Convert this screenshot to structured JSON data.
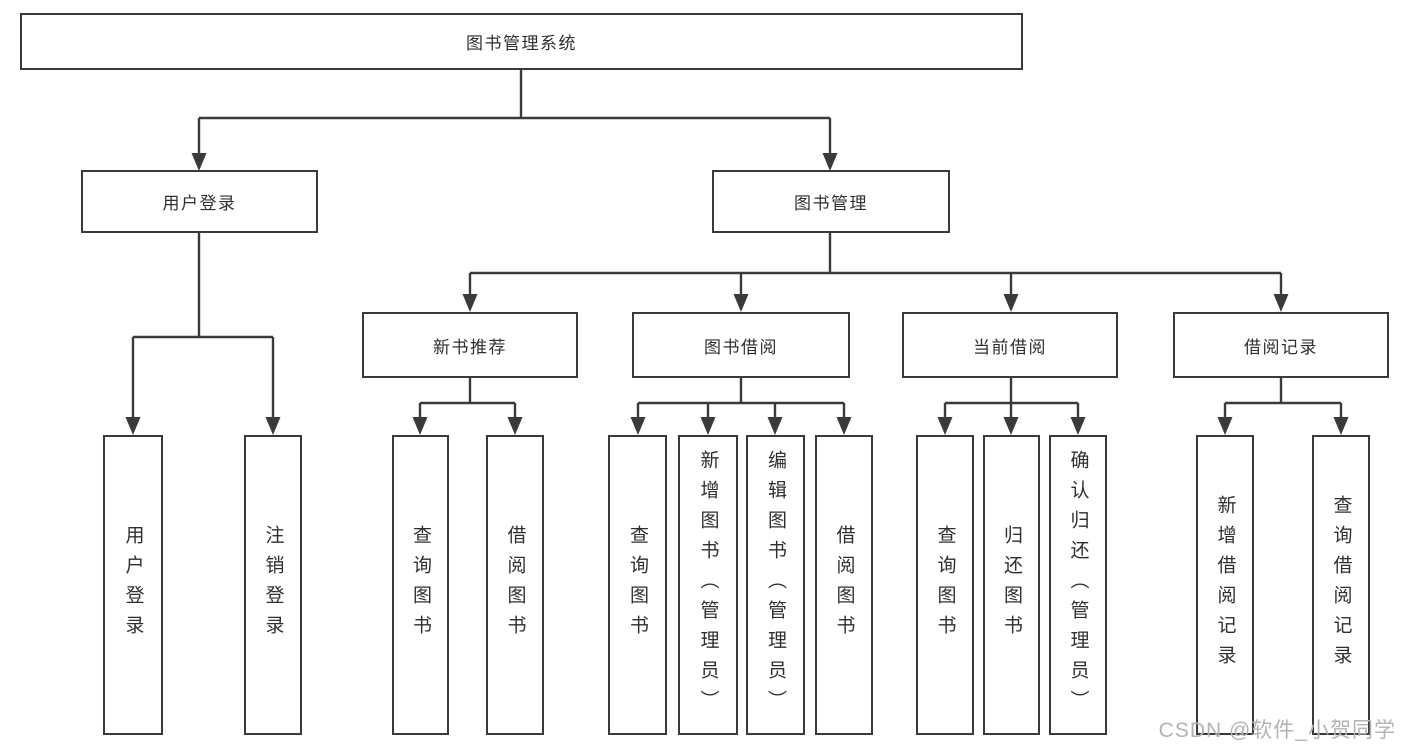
{
  "diagram": {
    "root": {
      "label": "图书管理系统"
    },
    "branches": [
      {
        "label": "用户登录",
        "children": [
          "用户登录",
          "注销登录"
        ]
      },
      {
        "label": "图书管理",
        "groups": [
          {
            "label": "新书推荐",
            "children": [
              "查询图书",
              "借阅图书"
            ]
          },
          {
            "label": "图书借阅",
            "children": [
              "查询图书",
              "新增图书（管理员）",
              "编辑图书（管理员）",
              "借阅图书"
            ]
          },
          {
            "label": "当前借阅",
            "children": [
              "查询图书",
              "归还图书",
              "确认归还（管理员）"
            ]
          },
          {
            "label": "借阅记录",
            "children": [
              "新增借阅记录",
              "查询借阅记录"
            ]
          }
        ]
      }
    ]
  },
  "watermark": {
    "text": "CSDN @软件_小贺同学"
  },
  "colors": {
    "line": "#3a3a3a",
    "border": "#3a3a3a",
    "text": "#2f2f2f",
    "watermark": "#b3b3b3",
    "background": "#ffffff"
  }
}
